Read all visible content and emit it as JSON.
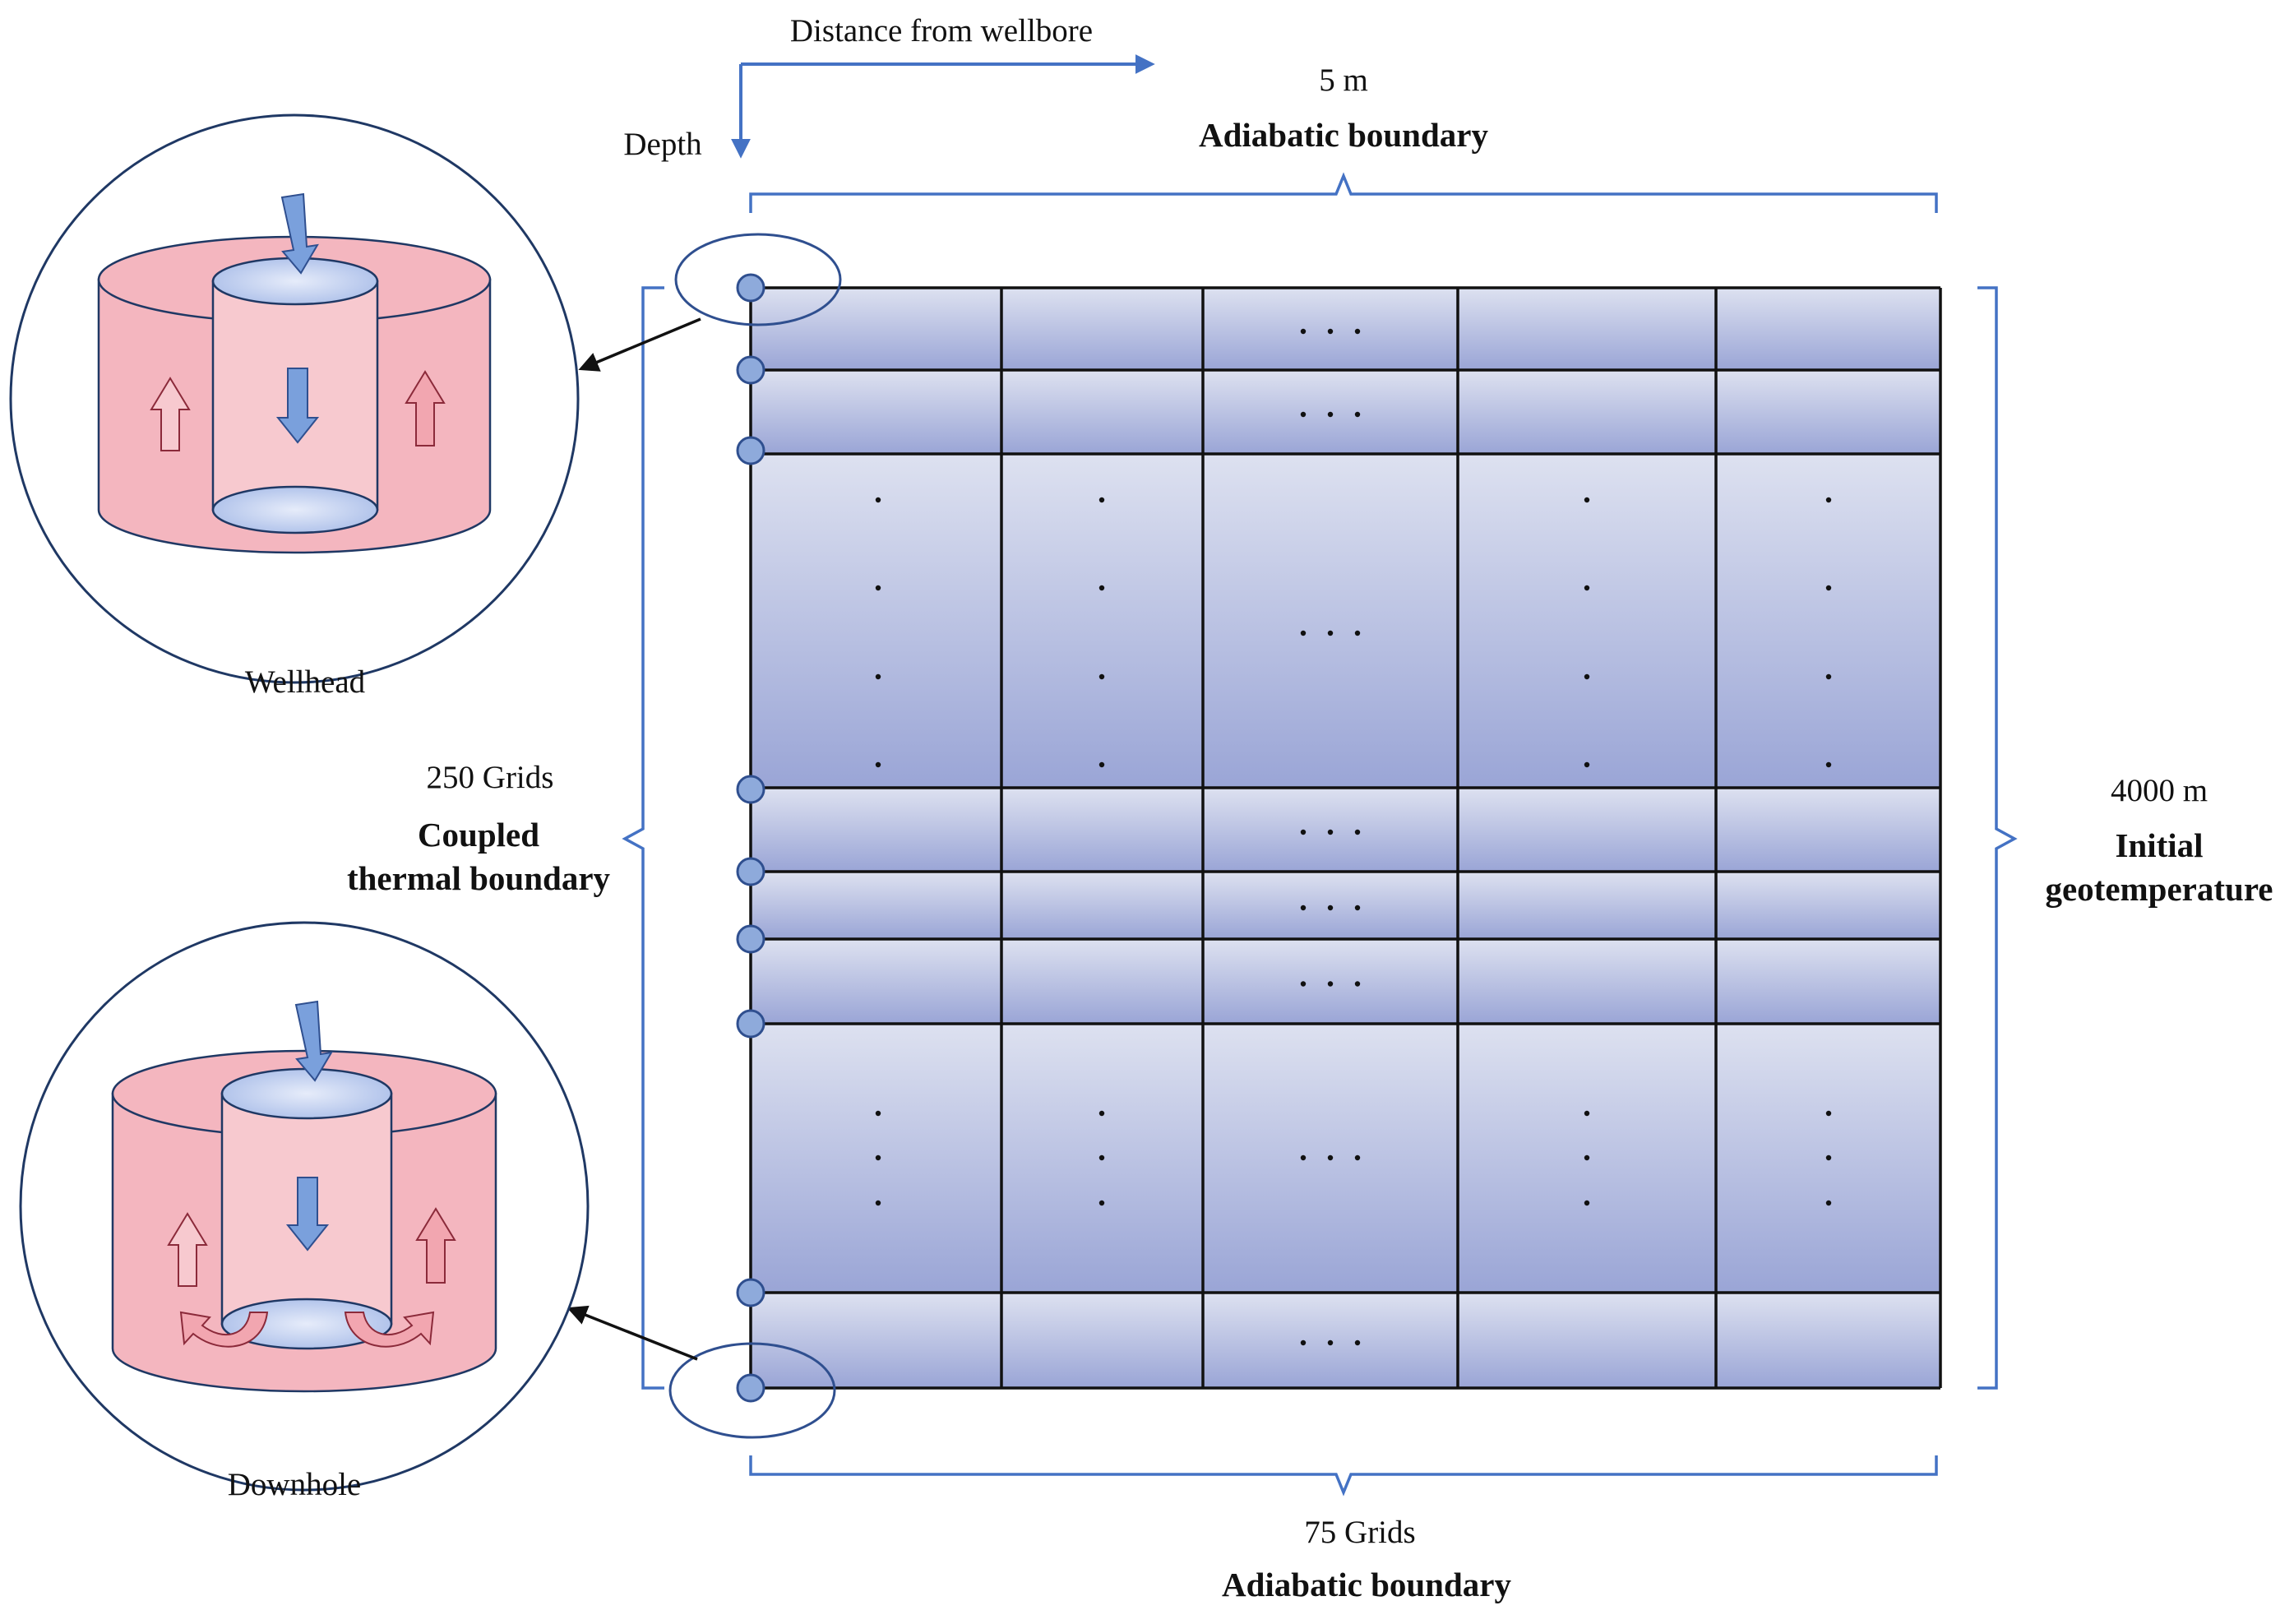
{
  "labels": {
    "distance_axis": "Distance from wellbore",
    "depth_axis": "Depth",
    "top_size": "5 m",
    "top_boundary": "Adiabatic boundary",
    "left_grids": "250 Grids",
    "left_boundary_line1": "Coupled",
    "left_boundary_line2": "thermal boundary",
    "right_size": "4000 m",
    "right_boundary_line1": "Initial",
    "right_boundary_line2": "geotemperature",
    "bottom_grids": "75 Grids",
    "bottom_boundary": "Adiabatic boundary",
    "wellhead": "Wellhead",
    "downhole": "Downhole"
  },
  "colors": {
    "bracket_blue": "#4472c4",
    "cell_light": "#dde1f0",
    "cell_dark": "#9aa5d6",
    "node_fill": "#8eaadb",
    "node_stroke": "#2f4f8f",
    "formation_pink": "#f4b6bf",
    "tube_blue": "#b8c8ec",
    "arrow_blue": "#7aa0dc",
    "arrow_pink": "#f2a6b0"
  }
}
